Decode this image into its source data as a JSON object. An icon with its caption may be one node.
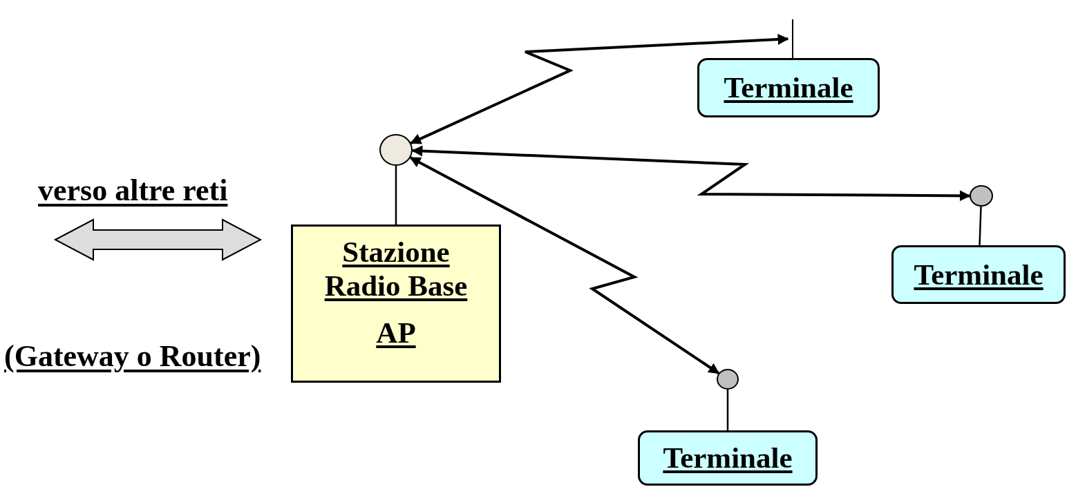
{
  "diagram": {
    "nodes": [
      {
        "text": [
          "Stazione Radio Base",
          "AP"
        ]
      },
      {
        "text": [],
        "shape": "circle"
      },
      {
        "text": [
          "Terminale"
        ]
      },
      {
        "text": [],
        "shape": "bar"
      },
      {
        "text": [],
        "shape": "circle"
      },
      {
        "text": [
          "Terminale"
        ]
      },
      {
        "text": [],
        "shape": "circle"
      },
      {
        "text": [
          "Terminale"
        ]
      }
    ],
    "edges": [
      {
        "from": 0,
        "to": 1,
        "arrow": "none"
      },
      {
        "from": 1,
        "to": 3,
        "arrow": "both"
      },
      {
        "from": 1,
        "to": 4,
        "arrow": "both"
      },
      {
        "from": 1,
        "to": 6,
        "arrow": "both"
      },
      {
        "from": 4,
        "to": 5,
        "arrow": "none"
      },
      {
        "from": 6,
        "to": 7,
        "arrow": "none"
      }
    ],
    "labels": [
      "verso altre reti",
      "(Gateway o Router)"
    ]
  }
}
